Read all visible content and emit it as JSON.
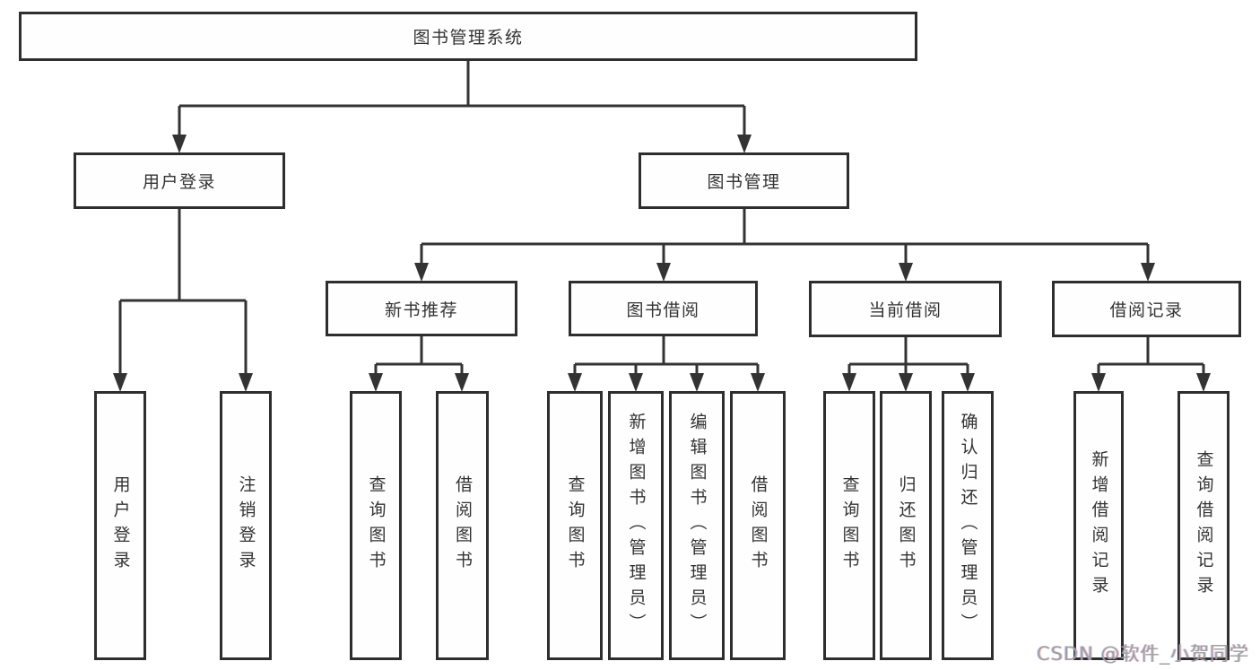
{
  "colors": {
    "line": "#333333",
    "box_border": "#2e2e2e",
    "box_background": "#fefefe",
    "text": "#333333",
    "watermark_text": "#a0a0a0",
    "page_background": "#ffffff"
  },
  "tree": {
    "label": "图书管理系统",
    "children": [
      {
        "label": "用户登录",
        "children": [
          {
            "label": "用户登录"
          },
          {
            "label": "注销登录"
          }
        ]
      },
      {
        "label": "图书管理",
        "children": [
          {
            "label": "新书推荐",
            "children": [
              {
                "label": "查询图书"
              },
              {
                "label": "借阅图书"
              }
            ]
          },
          {
            "label": "图书借阅",
            "children": [
              {
                "label": "查询图书"
              },
              {
                "label": "新增图书（管理员）"
              },
              {
                "label": "编辑图书（管理员）"
              },
              {
                "label": "借阅图书"
              }
            ]
          },
          {
            "label": "当前借阅",
            "children": [
              {
                "label": "查询图书"
              },
              {
                "label": "归还图书"
              },
              {
                "label": "确认归还（管理员）"
              }
            ]
          },
          {
            "label": "借阅记录",
            "children": [
              {
                "label": "新增借阅记录"
              },
              {
                "label": "查询借阅记录"
              }
            ]
          }
        ]
      }
    ]
  },
  "watermark": "CSDN @软件_小贺同学"
}
